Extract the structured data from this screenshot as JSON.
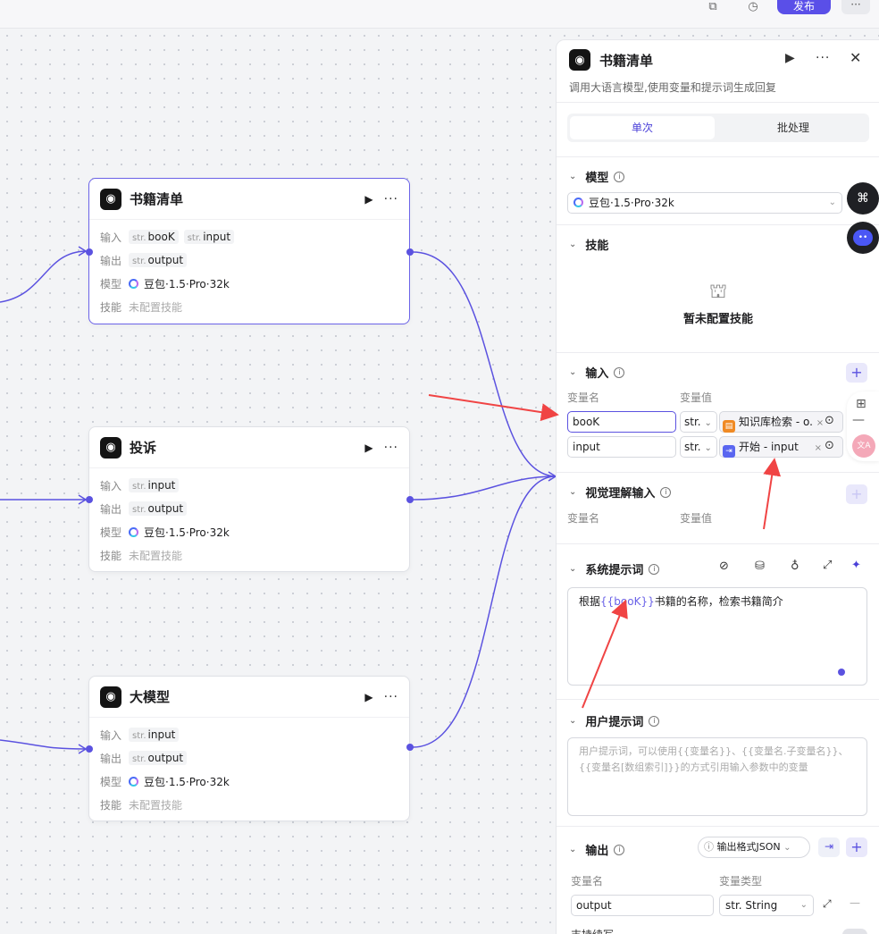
{
  "topbar": {
    "publish_label": "发布"
  },
  "nodes": [
    {
      "title": "书籍清单",
      "input_label": "输入",
      "inputs": [
        {
          "type": "str.",
          "name": "booK"
        },
        {
          "type": "str.",
          "name": "input"
        }
      ],
      "output_label": "输出",
      "outputs": [
        {
          "type": "str.",
          "name": "output"
        }
      ],
      "model_label": "模型",
      "model": "豆包·1.5·Pro·32k",
      "skill_label": "技能",
      "skill": "未配置技能"
    },
    {
      "title": "投诉",
      "input_label": "输入",
      "inputs": [
        {
          "type": "str.",
          "name": "input"
        }
      ],
      "output_label": "输出",
      "outputs": [
        {
          "type": "str.",
          "name": "output"
        }
      ],
      "model_label": "模型",
      "model": "豆包·1.5·Pro·32k",
      "skill_label": "技能",
      "skill": "未配置技能"
    },
    {
      "title": "大模型",
      "input_label": "输入",
      "inputs": [
        {
          "type": "str.",
          "name": "input"
        }
      ],
      "output_label": "输出",
      "outputs": [
        {
          "type": "str.",
          "name": "output"
        }
      ],
      "model_label": "模型",
      "model": "豆包·1.5·Pro·32k",
      "skill_label": "技能",
      "skill": "未配置技能"
    }
  ],
  "panel": {
    "title": "书籍清单",
    "description": "调用大语言模型,使用变量和提示词生成回复",
    "tabs": [
      "单次",
      "批处理"
    ],
    "model_section": {
      "label": "模型",
      "value": "豆包·1.5·Pro·32k"
    },
    "skill_section": {
      "label": "技能",
      "empty": "暂未配置技能"
    },
    "input_section": {
      "label": "输入",
      "col_name": "变量名",
      "col_value": "变量值",
      "rows": [
        {
          "name": "booK",
          "type": "str.",
          "source": "知识库检索 - o."
        },
        {
          "name": "input",
          "type": "str.",
          "source": "开始 - input"
        }
      ]
    },
    "vision_section": {
      "label": "视觉理解输入",
      "col_name": "变量名",
      "col_value": "变量值"
    },
    "system_prompt": {
      "label": "系统提示词",
      "text_before": "根据",
      "var": "{{booK}}",
      "text_after": "书籍的名称，检索书籍简介"
    },
    "user_prompt": {
      "label": "用户提示词",
      "placeholder": "用户提示词，可以使用{{变量名}}、{{变量名.子变量名}}、{{变量名[数组索引]}}的方式引用输入参数中的变量"
    },
    "output_section": {
      "label": "输出",
      "format": "输出格式JSON",
      "col_name": "变量名",
      "col_type": "变量类型",
      "rows": [
        {
          "name": "output",
          "type": "str. String"
        }
      ],
      "stream_label": "支持续写"
    }
  },
  "colors": {
    "accent": "#5b52e0",
    "annotation": "#f04444"
  }
}
